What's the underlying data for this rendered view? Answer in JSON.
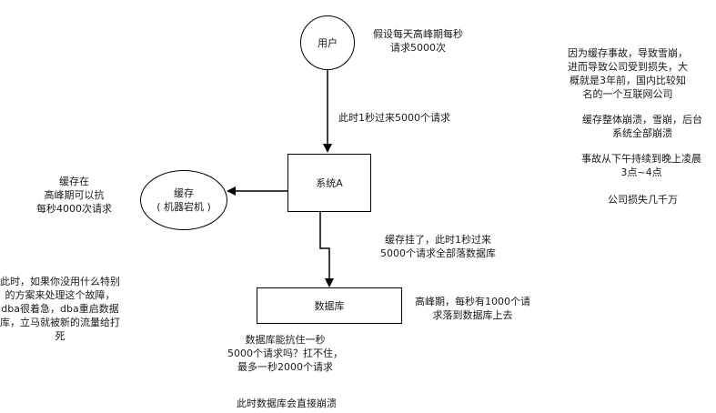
{
  "nodes": {
    "user": "用户",
    "system_a": "系统A",
    "cache": [
      "缓存",
      "( 机器宕机 )"
    ],
    "database": "数据库"
  },
  "notes": {
    "user_peak": [
      "假设每天高峰期每秒",
      "请求5000次"
    ],
    "incoming_requests": "此时1秒过来5000个请求",
    "cache_capacity": [
      "缓存在",
      "高峰期可以抗",
      "每秒4000次请求"
    ],
    "cache_down": [
      "缓存挂了，此时1秒过来",
      "5000个请求全部落数据库"
    ],
    "dba_scenario": [
      "此时，如果你没用什么特别",
      "的方案来处理这个故障，",
      "dba很着急，dba重启数据",
      "库，立马就被新的流量给打",
      "死"
    ],
    "db_peak": [
      "高峰期，每秒有1000个请",
      "求落到数据库上去"
    ],
    "db_capacity": [
      "数据库能抗住一秒",
      "5000个请求吗？扛不住，",
      "最多一秒2000个请求"
    ],
    "db_crash": "此时数据库会直接崩溃",
    "incident": [
      "因为缓存事故，导致雪崩，",
      "进而导致公司受到损失，大",
      "概就是3年前，国内比较知",
      "名的一个互联网公司"
    ],
    "collapse": [
      "缓存整体崩溃，雪崩，后台",
      "系统全部崩溃"
    ],
    "duration": [
      "事故从下午持续到晚上凌晨",
      "3点~4点"
    ],
    "loss": "公司损失几千万"
  }
}
